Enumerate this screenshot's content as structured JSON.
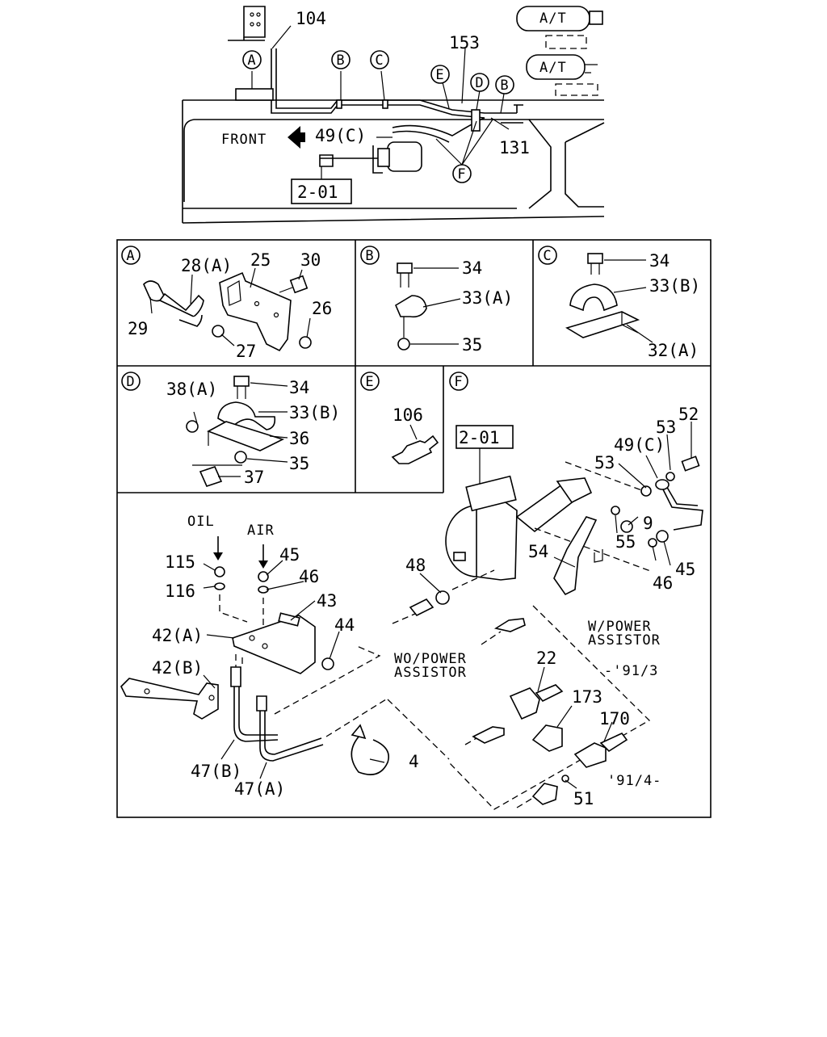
{
  "labels": {
    "p104": "104",
    "p153": "153",
    "p131": "131",
    "p49c": "49(C)",
    "front": "FRONT",
    "ref201": "2-01",
    "at1": "A/T",
    "at2": "A/T",
    "p28a": "28(A)",
    "p25": "25",
    "p30": "30",
    "p29": "29",
    "p26": "26",
    "p27": "27",
    "b34": "34",
    "b33a": "33(A)",
    "b35": "35",
    "c34": "34",
    "c33b": "33(B)",
    "c32a": "32(A)",
    "d38a": "38(A)",
    "d34": "34",
    "d33b": "33(B)",
    "d36": "36",
    "d35": "35",
    "d37": "37",
    "e106": "106",
    "f201": "2-01",
    "f52": "52",
    "f53a": "53",
    "f53b": "53",
    "f49c": "49(C)",
    "f9": "9",
    "f55": "55",
    "f54": "54",
    "f45a": "45",
    "f46a": "46",
    "f48": "48",
    "oil": "OIL",
    "air": "AIR",
    "f115": "115",
    "f116": "116",
    "f45b": "45",
    "f46b": "46",
    "f43": "43",
    "f44": "44",
    "f42a": "42(A)",
    "f42b": "42(B)",
    "wpower1": "W/POWER",
    "wpower2": "ASSISTOR",
    "wopower1": "WO/POWER",
    "wopower2": "ASSISTOR",
    "date1": "-'91/3",
    "f22": "22",
    "f173": "173",
    "f170": "170",
    "date2": "'91/4-",
    "f47b": "47(B)",
    "f47a": "47(A)",
    "f4": "4",
    "f51": "51"
  },
  "callouts": {
    "top": [
      "A",
      "B",
      "C",
      "E",
      "D",
      "B",
      "F"
    ],
    "panels": [
      "A",
      "B",
      "C",
      "D",
      "E",
      "F"
    ]
  }
}
